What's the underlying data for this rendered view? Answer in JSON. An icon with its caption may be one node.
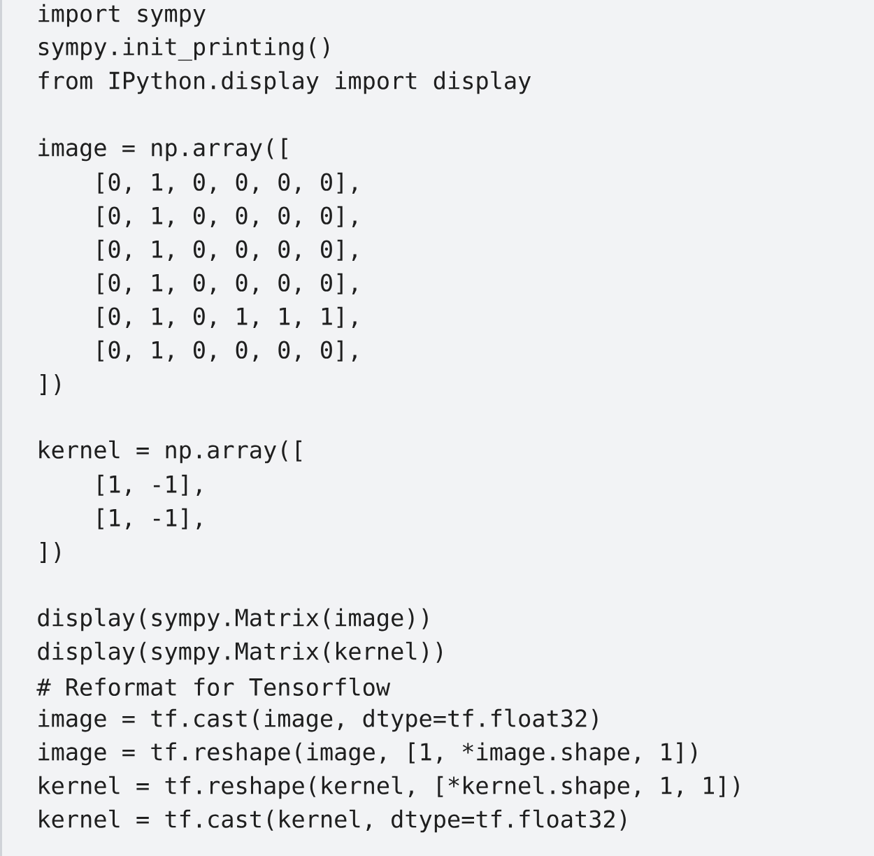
{
  "diagram": {
    "labels": [
      "import sympy",
      "sympy.init_printing()",
      "from IPython.display import display",
      "image = np.array([",
      "[0, 1, 0, 0, 0, 0],",
      "[0, 1, 0, 0, 0, 0],",
      "[0, 1, 0, 0, 0, 0],",
      "[0, 1, 0, 0, 0, 0],",
      "[0, 1, 0, 1, 1, 1],",
      "[0, 1, 0, 0, 0, 0],",
      "])",
      "kernel = np.array([",
      "[1, -1],",
      "[1, -1],",
      "])",
      "display(sympy.Matrix(image))",
      "display(sympy.Matrix(kernel))",
      "# Reformat for Tensorflow",
      "image = tf.cast(image, dtype=tf.float32)",
      "image = tf.reshape(image, [1, *image.shape, 1])",
      "kernel = tf.reshape(kernel, [*kernel.shape, 1, 1])",
      "kernel = tf.cast(kernel, dtype=tf.float32)"
    ]
  }
}
